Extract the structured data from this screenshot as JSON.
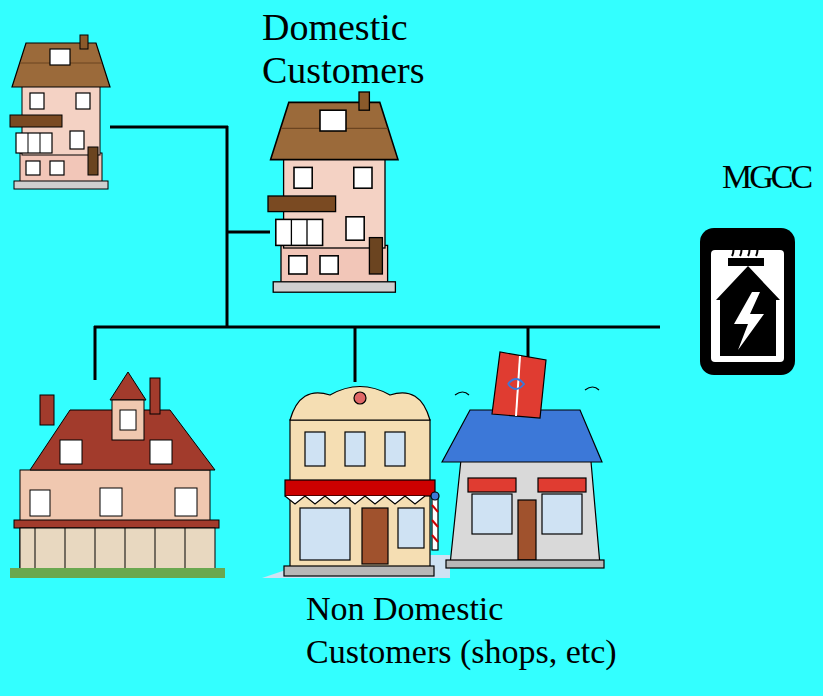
{
  "diagram": {
    "labels": [
      "Domestic Customers",
      "MGCC",
      "Non Domestic Customers (shops, etc)"
    ]
  }
}
